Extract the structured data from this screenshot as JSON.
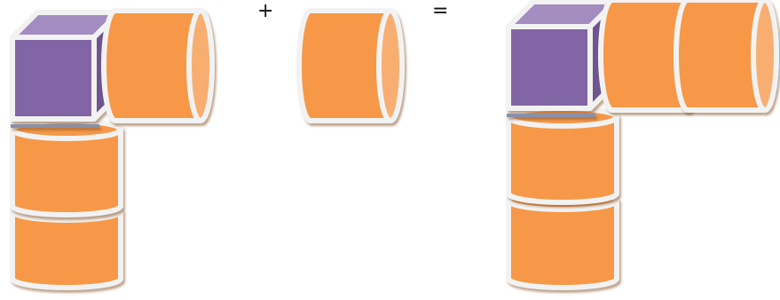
{
  "equation": {
    "operator_plus": "+",
    "operator_equals": "="
  },
  "colors": {
    "cube_front": "#8265A4",
    "cube_top": "#A38CC0",
    "cube_side": "#6E5490",
    "cylinder_body": "#F69846",
    "cylinder_end": "#F8AE70",
    "outline": "#F2F2F2",
    "shadow": "#C98A52"
  },
  "figures": [
    {
      "role": "first-addend",
      "cube_count": 1,
      "horizontal_cylinders": 1,
      "vertical_cylinders": 2
    },
    {
      "role": "second-addend",
      "cube_count": 0,
      "horizontal_cylinders": 1,
      "vertical_cylinders": 0
    },
    {
      "role": "sum",
      "cube_count": 1,
      "horizontal_cylinders": 2,
      "vertical_cylinders": 2
    }
  ]
}
